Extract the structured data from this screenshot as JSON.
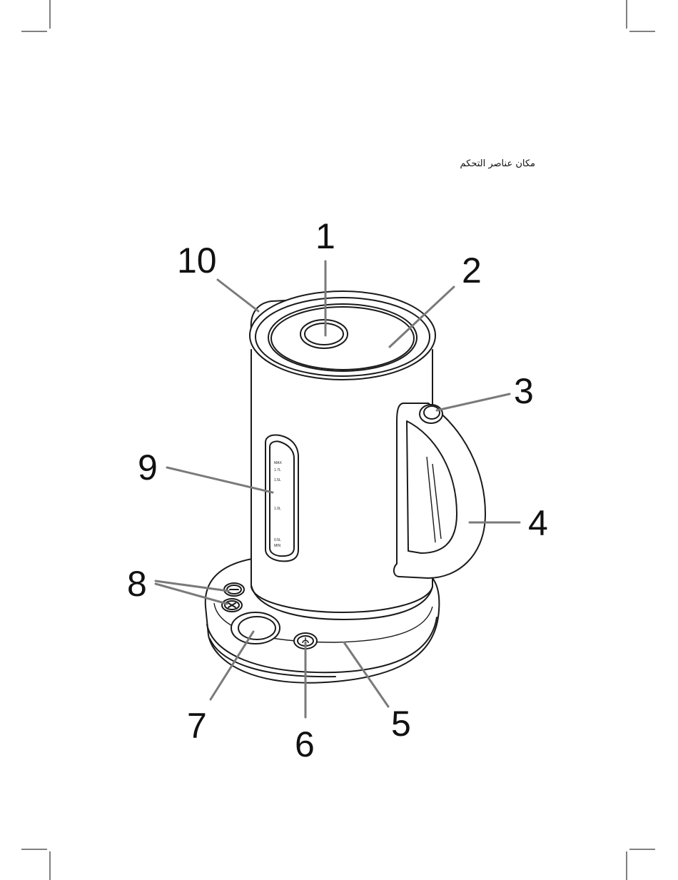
{
  "title": "مكان عناصر التحكم",
  "callouts": {
    "c1": "1",
    "c2": "2",
    "c3": "3",
    "c4": "4",
    "c5": "5",
    "c6": "6",
    "c7": "7",
    "c8": "8",
    "c9": "9",
    "c10": "10"
  },
  "water_window_marks": {
    "max": "MAX",
    "max_volume": "1.7L",
    "mark_1_5": "1.5L",
    "mark_1_0": "1.0L",
    "mark_0_5": "0.5L",
    "min": "MIN"
  },
  "colors": {
    "line": "#1a1a1a",
    "leader": "#7a7a7a"
  }
}
